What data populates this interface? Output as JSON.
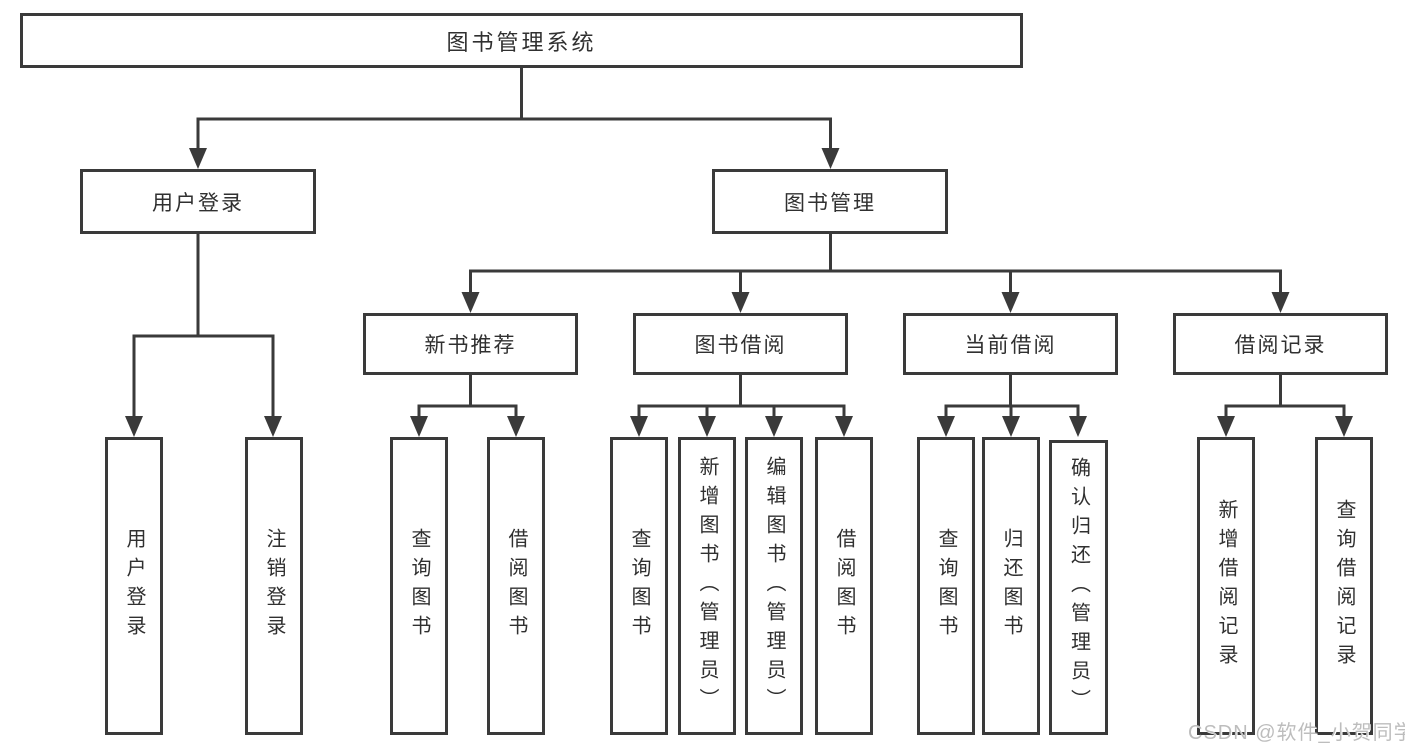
{
  "diagram_title": "图书管理系统",
  "root": {
    "label": "图书管理系统"
  },
  "level2": [
    {
      "label": "用户登录"
    },
    {
      "label": "图书管理"
    }
  ],
  "level3": [
    {
      "label": "新书推荐"
    },
    {
      "label": "图书借阅"
    },
    {
      "label": "当前借阅"
    },
    {
      "label": "借阅记录"
    }
  ],
  "leaves": {
    "user_login": [
      {
        "label": "用户登录"
      },
      {
        "label": "注销登录"
      }
    ],
    "new_books": [
      {
        "label": "查询图书"
      },
      {
        "label": "借阅图书"
      }
    ],
    "book_borrow": [
      {
        "label": "查询图书"
      },
      {
        "label": "新增图书（管理员）"
      },
      {
        "label": "编辑图书（管理员）"
      },
      {
        "label": "借阅图书"
      }
    ],
    "current_borrow": [
      {
        "label": "查询图书"
      },
      {
        "label": "归还图书"
      },
      {
        "label": "确认归还（管理员）"
      }
    ],
    "borrow_records": [
      {
        "label": "新增借阅记录"
      },
      {
        "label": "查询借阅记录"
      }
    ]
  },
  "watermark": {
    "text": "CSDN @软件_小贺同学"
  },
  "colors": {
    "line": "#3a3a3a",
    "text": "#303030",
    "watermark": "#bdbdbd",
    "background": "#ffffff"
  }
}
